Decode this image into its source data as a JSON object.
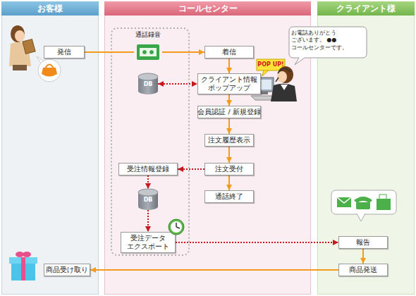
{
  "diagram": {
    "nodes": [
      {
        "text": [
          "お客様"
        ]
      },
      {
        "text": [
          "発信"
        ],
        "in": 0
      },
      {
        "text": [
          "商品受け取り"
        ],
        "in": 0
      },
      {
        "text": [
          "コールセンター"
        ]
      },
      {
        "text": [
          "通話録音"
        ],
        "in": 3
      },
      {
        "text": [
          "DB"
        ],
        "in": 3
      },
      {
        "text": [
          "着信"
        ],
        "in": 3
      },
      {
        "text": [
          "クライアント情報 ポップアップ"
        ],
        "in": 3
      },
      {
        "text": [
          "会員認証 / 新規登録"
        ],
        "in": 3
      },
      {
        "text": [
          "注文履歴表示"
        ],
        "in": 3
      },
      {
        "text": [
          "受注情報登録"
        ],
        "in": 3
      },
      {
        "text": [
          "注文受付"
        ],
        "in": 3
      },
      {
        "text": [
          "通話終了"
        ],
        "in": 3
      },
      {
        "text": [
          "DB"
        ],
        "in": 3
      },
      {
        "text": [
          "受注データ エクスポート"
        ],
        "in": 3
      },
      {
        "text": [
          "お電話ありがとう ございます。 ●●コールセンターです。"
        ]
      },
      {
        "text": [
          "クライアント様"
        ]
      },
      {
        "text": [
          "報告"
        ],
        "in": 16
      },
      {
        "text": [
          "商品発送"
        ],
        "in": 16
      }
    ],
    "edges": [
      {
        "from": 1,
        "to": 4,
        "arrow": "none"
      },
      {
        "from": 4,
        "to": 6,
        "arrow": "to"
      },
      {
        "from": 6,
        "to": 7,
        "arrow": "to"
      },
      {
        "from": 5,
        "to": 7,
        "arrow": "both"
      },
      {
        "from": 7,
        "to": 8,
        "arrow": "to"
      },
      {
        "from": 8,
        "to": 9,
        "arrow": "to"
      },
      {
        "from": 9,
        "to": 11,
        "arrow": "to"
      },
      {
        "from": 11,
        "to": 12,
        "arrow": "to"
      },
      {
        "from": 11,
        "to": 10,
        "arrow": "to"
      },
      {
        "from": 10,
        "to": 13,
        "arrow": "to"
      },
      {
        "from": 13,
        "to": 14,
        "arrow": "to"
      },
      {
        "from": 14,
        "to": 17,
        "arrow": "to"
      },
      {
        "from": 17,
        "to": 18,
        "arrow": "to"
      },
      {
        "from": 18,
        "to": 2,
        "arrow": "to"
      }
    ],
    "labels": [
      "POP UP!"
    ]
  }
}
